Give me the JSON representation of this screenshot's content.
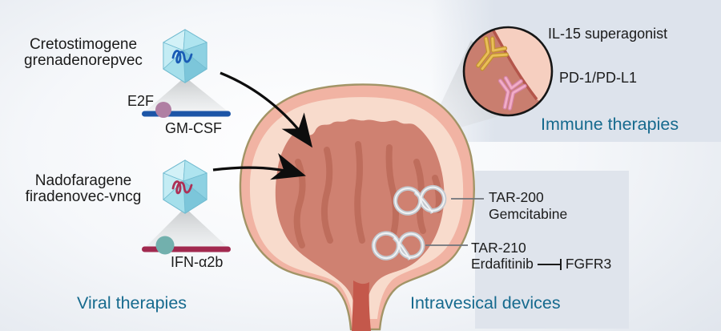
{
  "figure": {
    "sections": {
      "viral": "Viral therapies",
      "immune": "Immune therapies",
      "intravesical": "Intravesical devices"
    },
    "viral_therapies": {
      "agents": [
        {
          "name_line1": "Cretostimogene",
          "name_line2": "grenadenorepvec",
          "promoter_label": "E2F",
          "transgene_label": "GM-CSF"
        },
        {
          "name_line1": "Nadofaragene",
          "name_line2": "firadenovec-vncg",
          "transgene_label": "IFN-α2b"
        }
      ]
    },
    "immune_therapies": {
      "antibodies": [
        {
          "label": "IL-15 superagonist"
        },
        {
          "label": "PD-1/PD-L1"
        }
      ]
    },
    "intravesical_devices": {
      "devices": [
        {
          "name": "TAR-200",
          "payload": "Gemcitabine"
        },
        {
          "name": "TAR-210",
          "payload": "Erdafitinib",
          "target": "FGFR3"
        }
      ]
    },
    "colors": {
      "heading_teal": "#166a8e",
      "panel_blue": "#dde3ec",
      "promoter_line_blue": "#1c55a7",
      "promoter_marker_mauve": "#b07fa3",
      "transgene_line_maroon": "#a1294f",
      "transgene_marker_teal": "#72b0ad",
      "genome_squiggle_blue": "#1a5cb5",
      "genome_squiggle_crimson": "#ad3056",
      "antibody_yellow": "#eabf58",
      "antibody_pink": "#f2adc8",
      "bladder_wall": "#f1b3a3",
      "bladder_lumen": "#cf8171"
    }
  }
}
